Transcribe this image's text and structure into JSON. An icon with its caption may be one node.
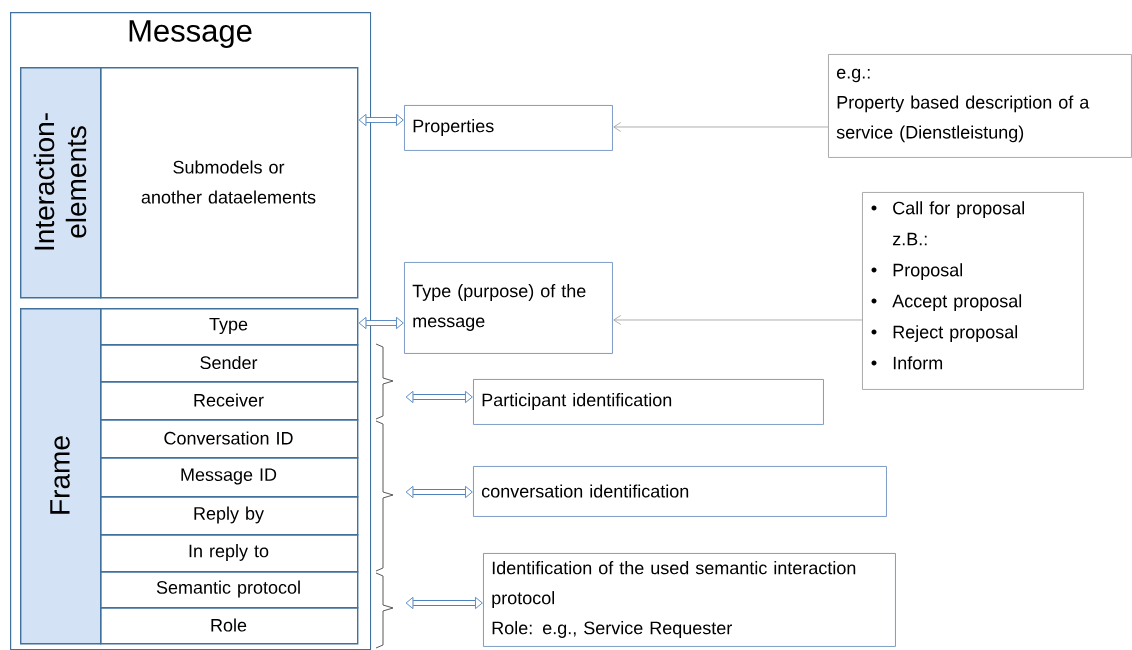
{
  "diagram": {
    "nodes": [
      {
        "text": [
          "Message"
        ]
      },
      {
        "text": [
          "Interaction- elements"
        ],
        "in": 0
      },
      {
        "text": [
          "Submodels or another dataelements"
        ],
        "in": 0
      },
      {
        "text": [
          "Frame"
        ],
        "in": 0
      },
      {
        "text": [
          "Type"
        ],
        "in": 0
      },
      {
        "text": [
          "Sender"
        ],
        "in": 0
      },
      {
        "text": [
          "Receiver"
        ],
        "in": 0
      },
      {
        "text": [
          "Conversation ID"
        ],
        "in": 0
      },
      {
        "text": [
          "Message ID"
        ],
        "in": 0
      },
      {
        "text": [
          "Reply by"
        ],
        "in": 0
      },
      {
        "text": [
          "In reply to"
        ],
        "in": 0
      },
      {
        "text": [
          "Semantic protocol"
        ],
        "in": 0
      },
      {
        "text": [
          "Role"
        ],
        "in": 0
      },
      {
        "text": [
          "Properties"
        ]
      },
      {
        "text": [
          "e.g.:",
          "Property based description of a service (Dienstleistung)"
        ]
      },
      {
        "text": [
          "Type (purpose) of the message"
        ]
      },
      {
        "text": [
          "Call for proposal",
          "z.B.:",
          "Proposal",
          "Accept proposal",
          "Reject proposal",
          "Inform"
        ]
      },
      {
        "text": [
          "Participant identification"
        ]
      },
      {
        "text": [
          "conversation identification"
        ]
      },
      {
        "text": [
          "Identification of the used semantic interaction protocol",
          "Role: e.g., Service Requester"
        ]
      },
      {
        "text": [],
        "shape": "brace"
      },
      {
        "text": [],
        "shape": "brace"
      },
      {
        "text": [],
        "shape": "brace"
      }
    ],
    "edges": [
      {
        "from": 2,
        "to": 13,
        "arrow": "both"
      },
      {
        "from": 4,
        "to": 15,
        "arrow": "both"
      },
      {
        "from": 20,
        "to": 17,
        "arrow": "both"
      },
      {
        "from": 21,
        "to": 18,
        "arrow": "both"
      },
      {
        "from": 22,
        "to": 19,
        "arrow": "both"
      },
      {
        "from": 14,
        "to": 13,
        "arrow": "to",
        "color": "#a6a6a6"
      },
      {
        "from": 16,
        "to": 15,
        "arrow": "to",
        "color": "#a6a6a6"
      }
    ]
  }
}
